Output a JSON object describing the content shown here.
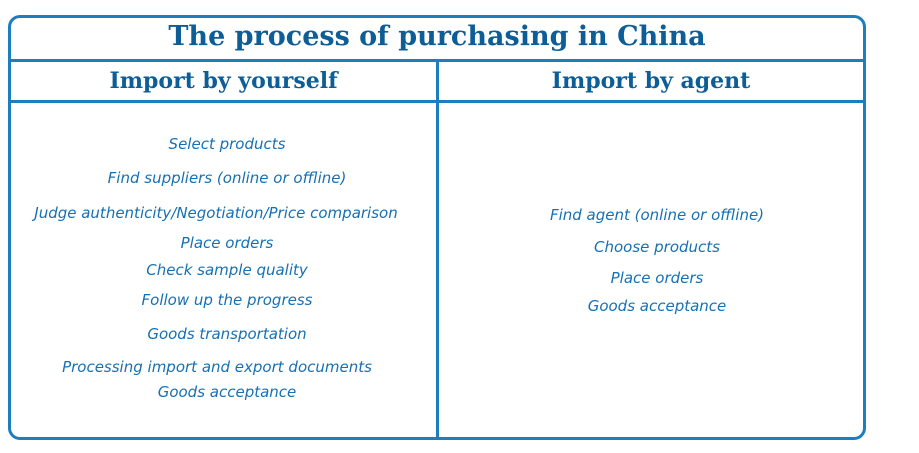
{
  "title": "The process of purchasing in China",
  "columns": [
    {
      "header": "Import by yourself",
      "steps": [
        "Select products",
        "Find suppliers (online or offline)",
        "Judge authenticity/Negotiation/Price comparison",
        "Place orders",
        "Check sample quality",
        "Follow up the progress",
        "Goods transportation",
        "Processing import and export documents",
        "Goods acceptance"
      ]
    },
    {
      "header": "Import by agent",
      "steps": [
        "Find agent (online or offline)",
        "Choose products",
        "Place orders",
        "Goods acceptance"
      ]
    }
  ],
  "colors": {
    "border": "#1c7dbf",
    "heading": "#0d5d97",
    "text": "#1670b3"
  }
}
